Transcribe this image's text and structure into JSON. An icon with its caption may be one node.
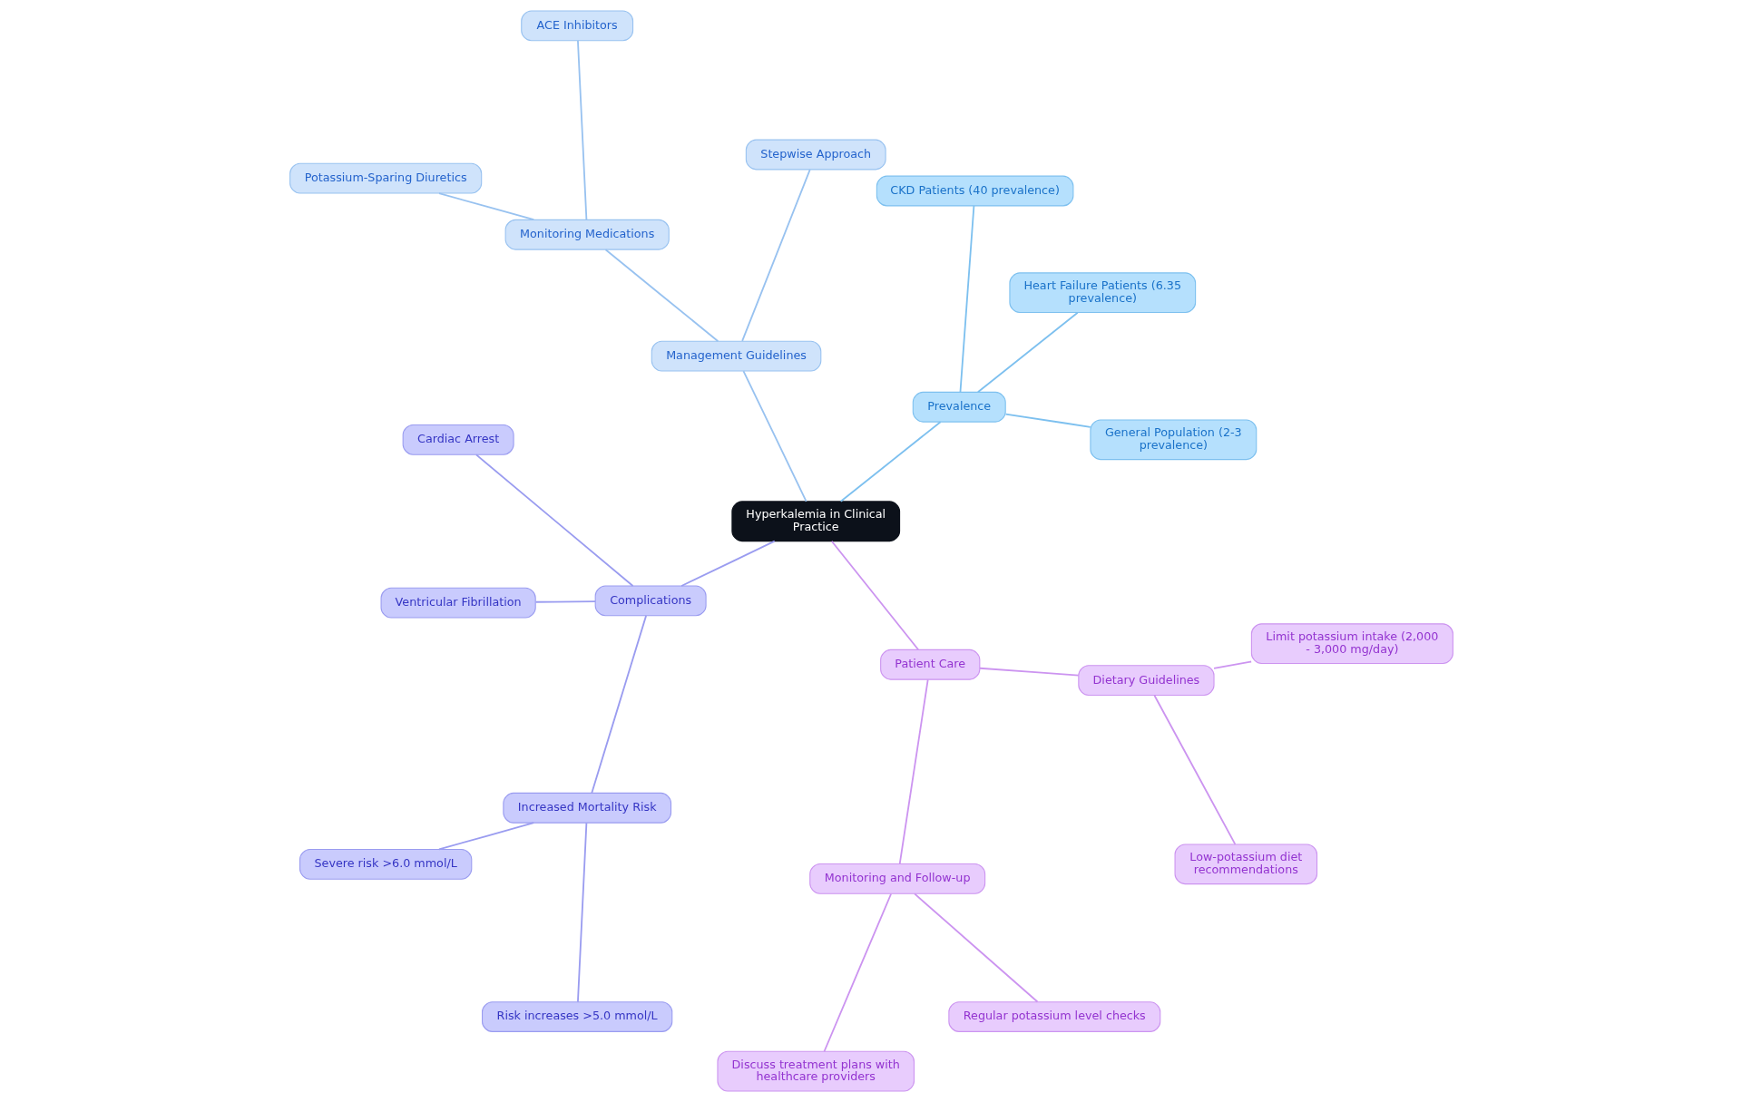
{
  "diagram": {
    "nodes": [
      {
        "text": [
          "Hyperkalemia in Clinical Practice"
        ]
      },
      {
        "text": [
          "Prevalence"
        ]
      },
      {
        "text": [
          "General Population (2-3 prevalence)"
        ]
      },
      {
        "text": [
          "Heart Failure Patients (6.35 prevalence)"
        ]
      },
      {
        "text": [
          "CKD Patients (40 prevalence)"
        ]
      },
      {
        "text": [
          "Management Guidelines"
        ]
      },
      {
        "text": [
          "Stepwise Approach"
        ]
      },
      {
        "text": [
          "Monitoring Medications"
        ]
      },
      {
        "text": [
          "ACE Inhibitors"
        ]
      },
      {
        "text": [
          "Potassium-Sparing Diuretics"
        ]
      },
      {
        "text": [
          "Complications"
        ]
      },
      {
        "text": [
          "Cardiac Arrest"
        ]
      },
      {
        "text": [
          "Ventricular Fibrillation"
        ]
      },
      {
        "text": [
          "Increased Mortality Risk"
        ]
      },
      {
        "text": [
          "Severe risk >6.0 mmol/L"
        ]
      },
      {
        "text": [
          "Risk increases >5.0 mmol/L"
        ]
      },
      {
        "text": [
          "Patient Care"
        ]
      },
      {
        "text": [
          "Monitoring and Follow-up"
        ]
      },
      {
        "text": [
          "Discuss treatment plans with healthcare providers"
        ]
      },
      {
        "text": [
          "Regular potassium level checks"
        ]
      },
      {
        "text": [
          "Dietary Guidelines"
        ]
      },
      {
        "text": [
          "Low-potassium diet recommendations"
        ]
      },
      {
        "text": [
          "Limit potassium intake (2,000 - 3,000 mg/day)"
        ]
      }
    ],
    "edges": [
      {
        "from": 0,
        "to": 1,
        "arrow": "none",
        "color": "#7dc0ef"
      },
      {
        "from": 1,
        "to": 2,
        "arrow": "none",
        "color": "#7dc0ef"
      },
      {
        "from": 1,
        "to": 3,
        "arrow": "none",
        "color": "#7dc0ef"
      },
      {
        "from": 1,
        "to": 4,
        "arrow": "none",
        "color": "#7dc0ef"
      },
      {
        "from": 0,
        "to": 5,
        "arrow": "none",
        "color": "#98c2f0"
      },
      {
        "from": 5,
        "to": 6,
        "arrow": "none",
        "color": "#98c2f0"
      },
      {
        "from": 5,
        "to": 7,
        "arrow": "none",
        "color": "#98c2f0"
      },
      {
        "from": 7,
        "to": 8,
        "arrow": "none",
        "color": "#98c2f0"
      },
      {
        "from": 7,
        "to": 9,
        "arrow": "none",
        "color": "#98c2f0"
      },
      {
        "from": 0,
        "to": 10,
        "arrow": "none",
        "color": "#9a9cf0"
      },
      {
        "from": 10,
        "to": 11,
        "arrow": "none",
        "color": "#9a9cf0"
      },
      {
        "from": 10,
        "to": 12,
        "arrow": "none",
        "color": "#9a9cf0"
      },
      {
        "from": 10,
        "to": 13,
        "arrow": "none",
        "color": "#9a9cf0"
      },
      {
        "from": 13,
        "to": 14,
        "arrow": "none",
        "color": "#9a9cf0"
      },
      {
        "from": 13,
        "to": 15,
        "arrow": "none",
        "color": "#9a9cf0"
      },
      {
        "from": 0,
        "to": 16,
        "arrow": "none",
        "color": "#cc94f0"
      },
      {
        "from": 16,
        "to": 17,
        "arrow": "none",
        "color": "#cc94f0"
      },
      {
        "from": 17,
        "to": 18,
        "arrow": "none",
        "color": "#cc94f0"
      },
      {
        "from": 17,
        "to": 19,
        "arrow": "none",
        "color": "#cc94f0"
      },
      {
        "from": 16,
        "to": 20,
        "arrow": "none",
        "color": "#cc94f0"
      },
      {
        "from": 20,
        "to": 21,
        "arrow": "none",
        "color": "#cc94f0"
      },
      {
        "from": 20,
        "to": 22,
        "arrow": "none",
        "color": "#cc94f0"
      }
    ]
  }
}
